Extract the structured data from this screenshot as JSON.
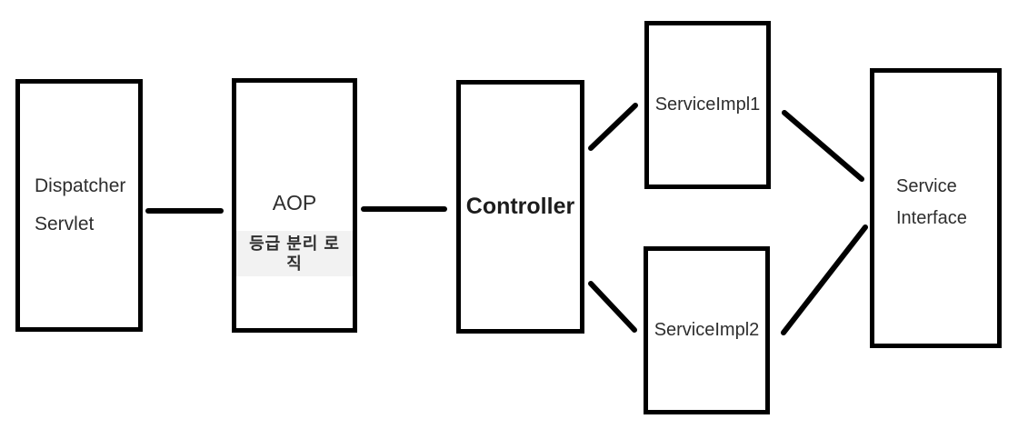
{
  "diagram": {
    "background": "#ffffff",
    "stroke_color": "#000000",
    "text_color": "#2e2e2e",
    "highlight_color": "#f2f2f2",
    "nodes": {
      "dispatcher_servlet": {
        "lines": [
          "Dispatcher",
          "Servlet"
        ]
      },
      "aop": {
        "title": "AOP",
        "subtitle": "등급 분리 로직"
      },
      "controller": {
        "label": "Controller"
      },
      "service_impl_1": {
        "label": "ServiceImpl1"
      },
      "service_impl_2": {
        "label": "ServiceImpl2"
      },
      "service_interface": {
        "lines": [
          "Service",
          "Interface"
        ]
      }
    },
    "connections": [
      {
        "from": "dispatcher_servlet",
        "to": "aop"
      },
      {
        "from": "aop",
        "to": "controller"
      },
      {
        "from": "controller",
        "to": "service_impl_1"
      },
      {
        "from": "controller",
        "to": "service_impl_2"
      },
      {
        "from": "service_impl_1",
        "to": "service_interface"
      },
      {
        "from": "service_impl_2",
        "to": "service_interface"
      }
    ]
  }
}
